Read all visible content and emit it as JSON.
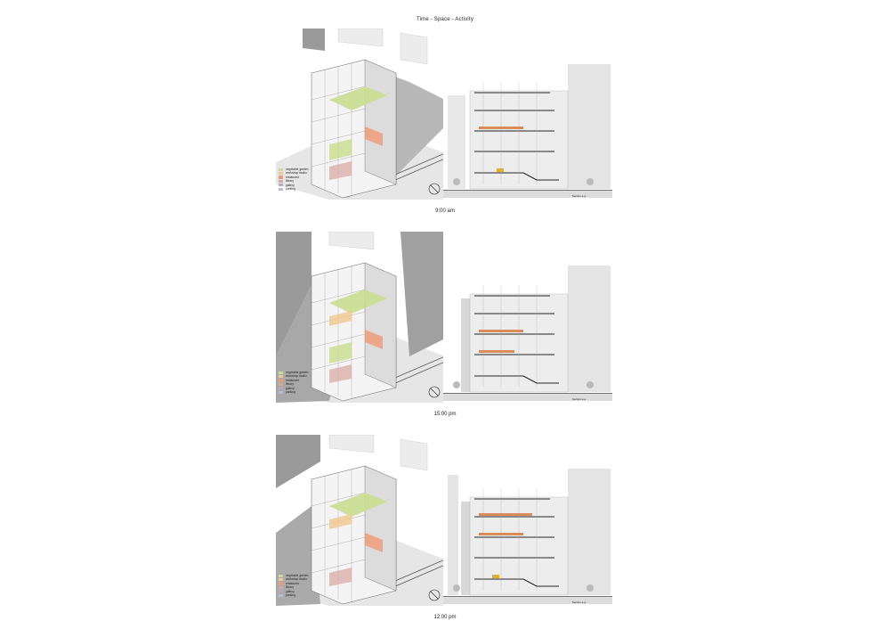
{
  "title": "Time - Space - Activity",
  "legend": [
    {
      "label": "vegetable garden",
      "color": "#c9dd8f"
    },
    {
      "label": "workshop studio",
      "color": "#f0c88f"
    },
    {
      "label": "restaurant",
      "color": "#ef9a74"
    },
    {
      "label": "library",
      "color": "#d6a6a0"
    },
    {
      "label": "gallery",
      "color": "#b9a9c7"
    },
    {
      "label": "parking",
      "color": "#a9c3d4"
    }
  ],
  "section_label": "Section a-a",
  "panels": [
    {
      "time": "9:00 am"
    },
    {
      "time": "15:00 pm"
    },
    {
      "time": "12:00 pm"
    }
  ]
}
